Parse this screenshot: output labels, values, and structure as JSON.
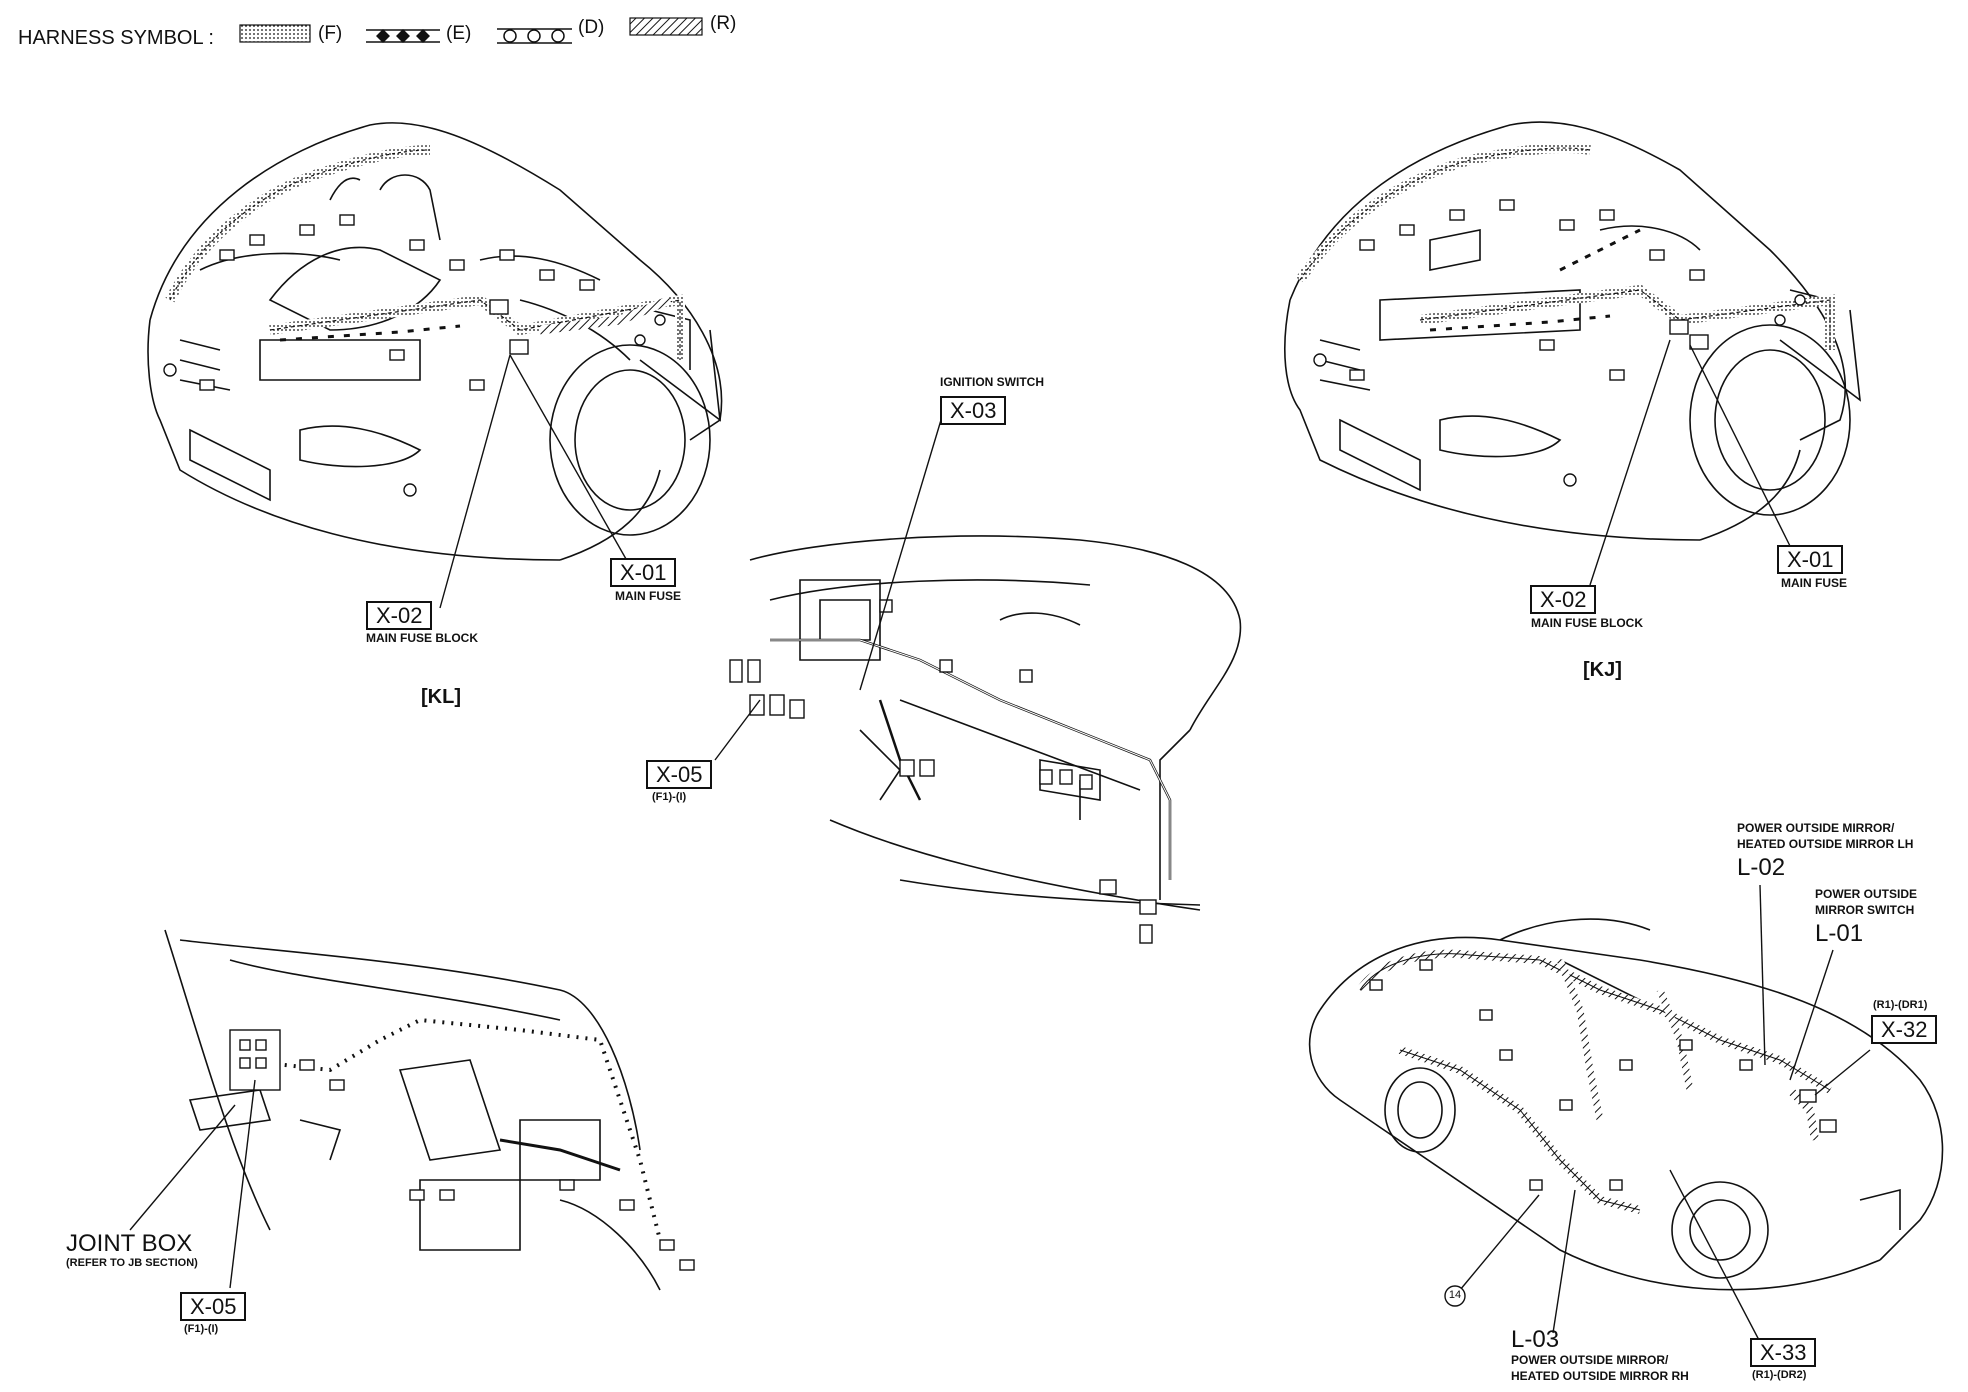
{
  "legend": {
    "title": "HARNESS SYMBOL :",
    "items": [
      {
        "code": "(F)",
        "pattern": "dotted"
      },
      {
        "code": "(E)",
        "pattern": "diamond"
      },
      {
        "code": "(D)",
        "pattern": "circle"
      },
      {
        "code": "(R)",
        "pattern": "hatched"
      }
    ]
  },
  "views": {
    "kl": {
      "variant": "[KL]",
      "connectors": [
        {
          "id": "X-01",
          "desc": "MAIN FUSE"
        },
        {
          "id": "X-02",
          "desc": "MAIN FUSE BLOCK"
        }
      ]
    },
    "kj": {
      "variant": "[KJ]",
      "connectors": [
        {
          "id": "X-01",
          "desc": "MAIN FUSE"
        },
        {
          "id": "X-02",
          "desc": "MAIN FUSE BLOCK"
        }
      ]
    },
    "dash": {
      "connectors": [
        {
          "id": "X-03",
          "desc": "IGNITION SWITCH"
        },
        {
          "id": "X-05",
          "desc": "(F1)-(I)"
        }
      ]
    },
    "jb": {
      "joint_box": "JOINT BOX",
      "joint_box_note": "(REFER TO JB SECTION)",
      "connector": {
        "id": "X-05",
        "desc": "(F1)-(I)"
      }
    },
    "body": {
      "l02": {
        "desc1": "POWER OUTSIDE MIRROR/",
        "desc2": "HEATED OUTSIDE MIRROR LH",
        "id": "L-02"
      },
      "l01": {
        "desc1": "POWER OUTSIDE",
        "desc2": "MIRROR SWITCH",
        "id": "L-01"
      },
      "x32": {
        "desc": "(R1)-(DR1)",
        "id": "X-32"
      },
      "x33": {
        "desc": "(R1)-(DR2)",
        "id": "X-33"
      },
      "l03": {
        "id": "L-03",
        "desc1": "POWER OUTSIDE MIRROR/",
        "desc2": "HEATED OUTSIDE MIRROR RH"
      },
      "ground": "14"
    }
  },
  "colors": {
    "ink": "#111111",
    "paper": "#ffffff"
  }
}
